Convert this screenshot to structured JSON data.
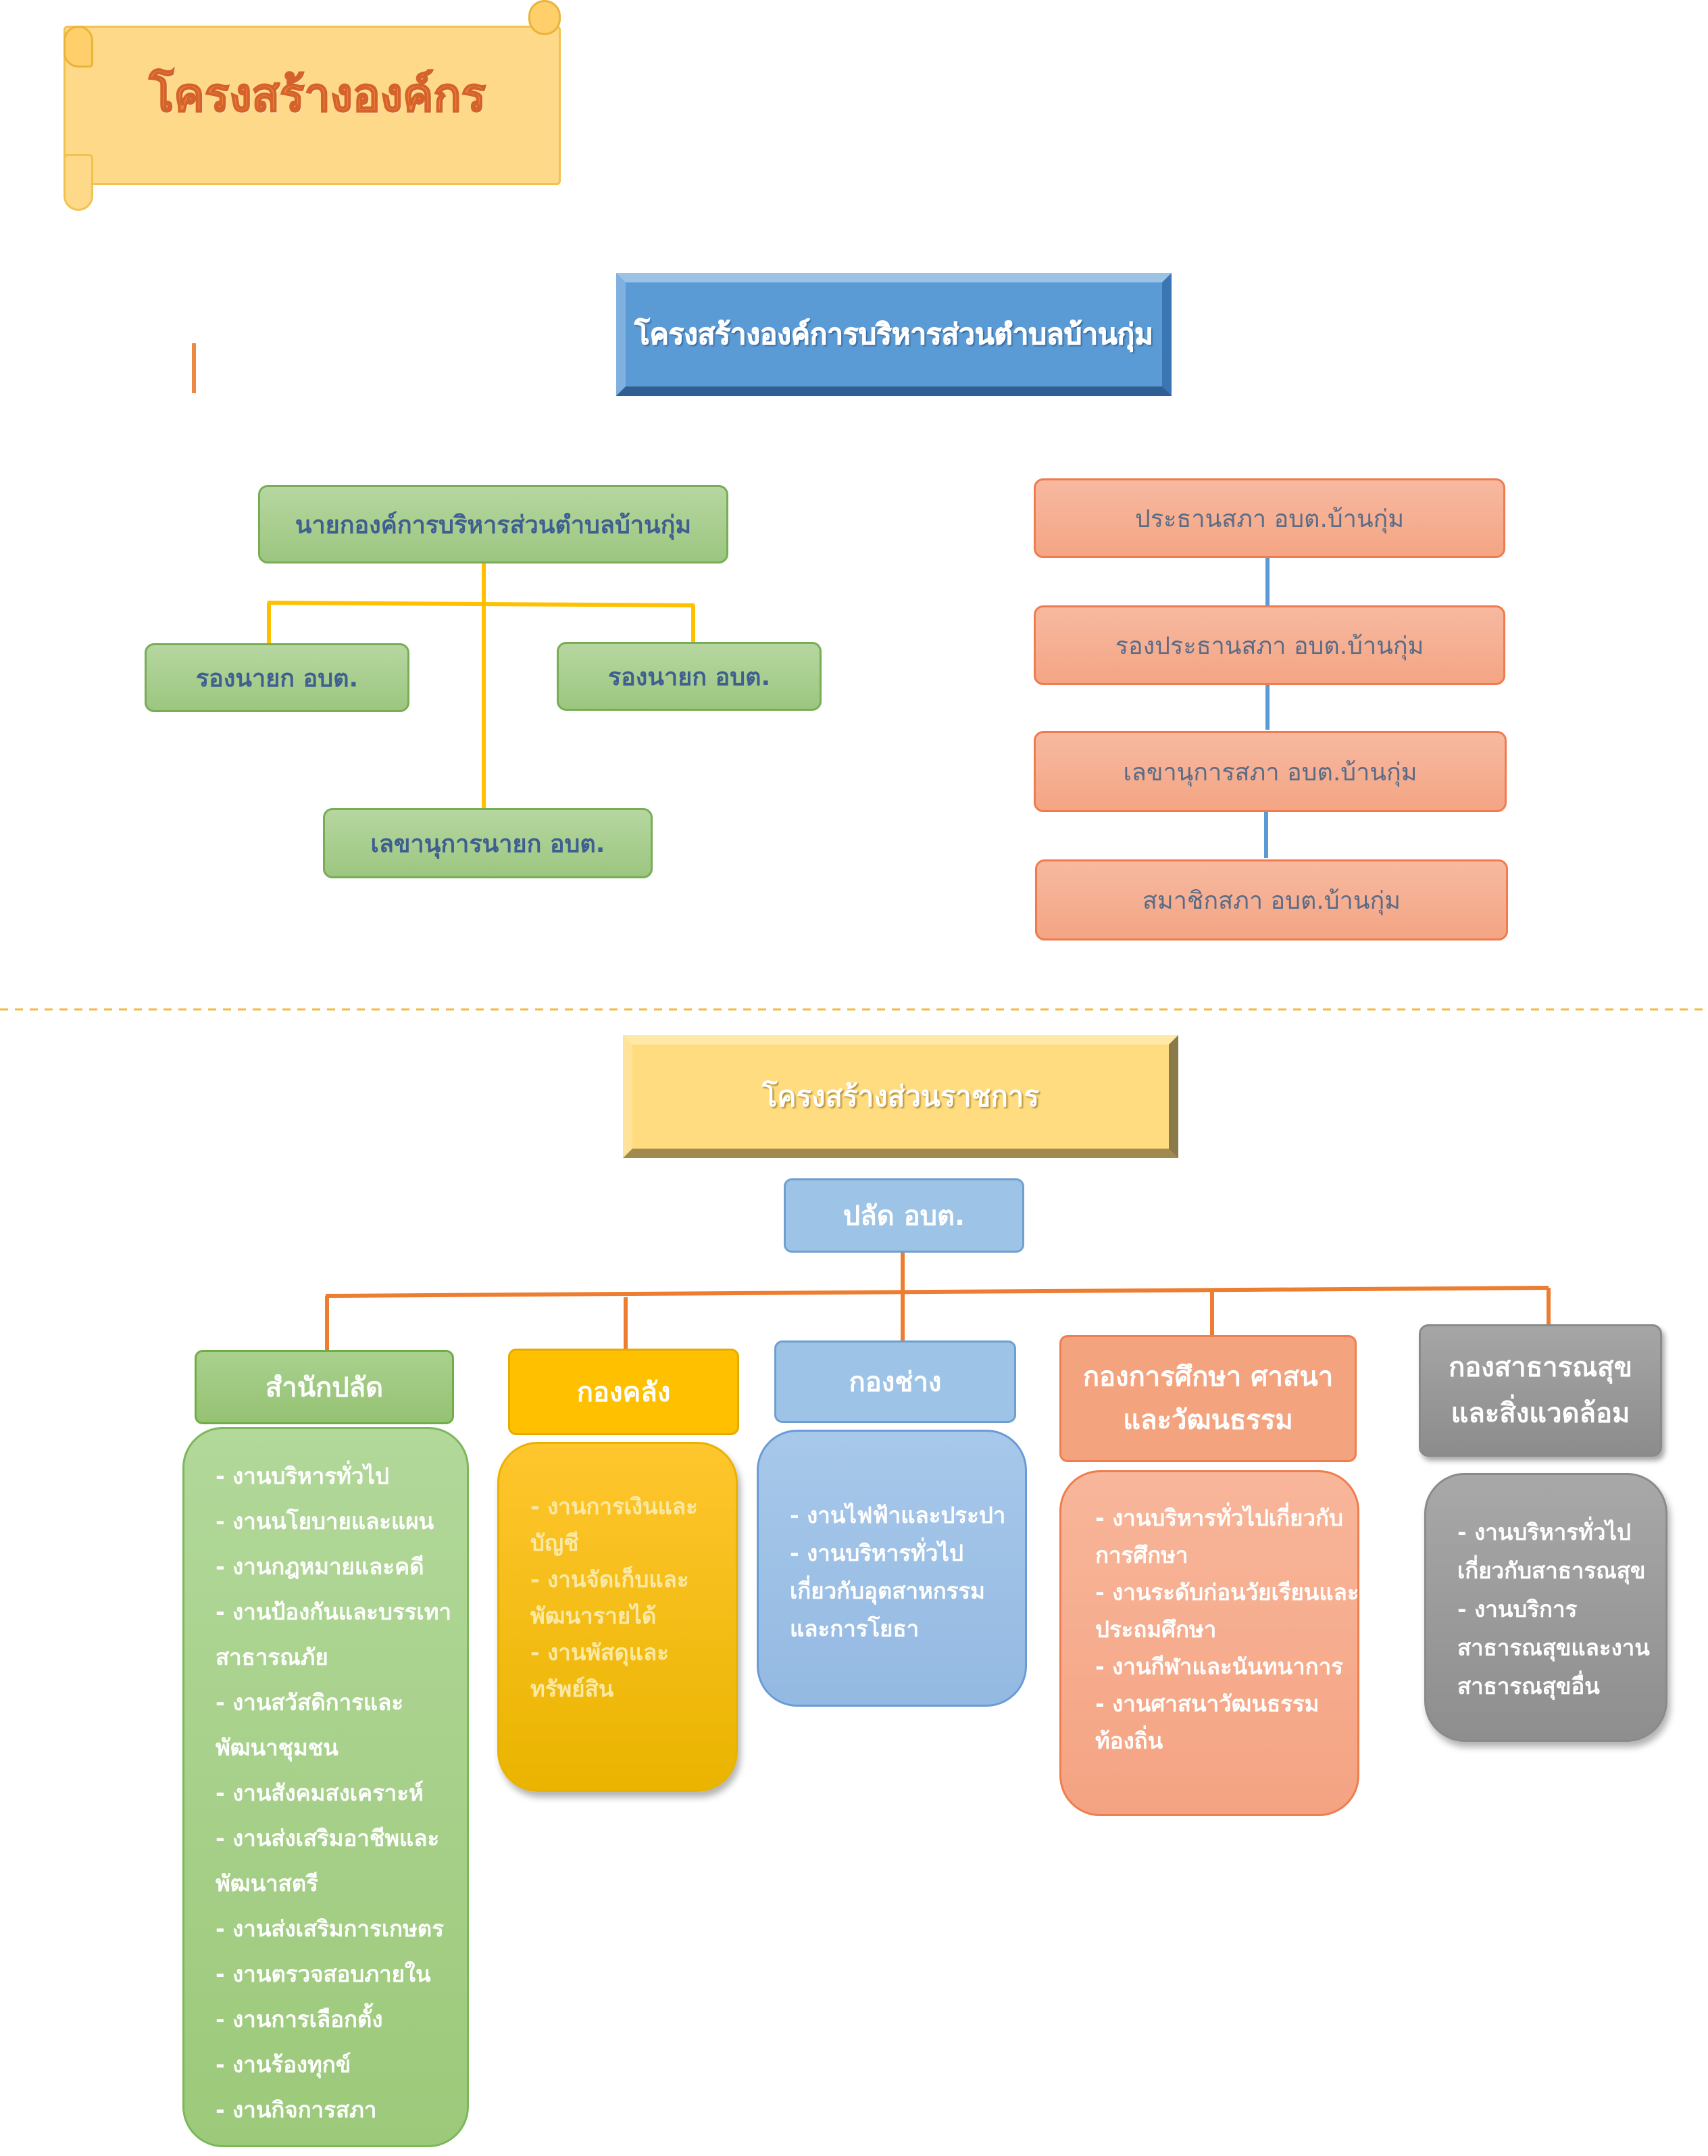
{
  "banner": {
    "title": "โครงสร้างองค์กร"
  },
  "executive": {
    "header": "โครงสร้างองค์การบริหารส่วนตำบลบ้านกุ่ม",
    "mayor": "นายกองค์การบริหารส่วนตำบลบ้านกุ่ม",
    "deputy_left": "รองนายก อบต.",
    "deputy_right": "รองนายก อบต.",
    "secretary": "เลขานุการนายก อบต."
  },
  "council": {
    "chair": "ประธานสภา อบต.บ้านกุ่ม",
    "vice_chair": "รองประธานสภา อบต.บ้านกุ่ม",
    "secretary": "เลขานุการสภา อบต.บ้านกุ่ม",
    "members": "สมาชิกสภา อบต.บ้านกุ่ม"
  },
  "civil_service": {
    "header": "โครงสร้างส่วนราชการ",
    "head": "ปลัด อบต.",
    "divisions": [
      {
        "name_lines": [
          "สำนักปลัด"
        ],
        "tasks": [
          "- งานบริหารทั่วไป",
          "- งานนโยบายและแผน",
          "- งานกฎหมายและคดี",
          "- งานป้องกันและบรรเทา",
          "สาธารณภัย",
          "- งานสวัสดิการและ",
          "พัฒนาชุมชน",
          "- งานสังคมสงเคราะห์",
          "- งานส่งเสริมอาชีพและ",
          "พัฒนาสตรี",
          "- งานส่งเสริมการเกษตร",
          "- งานตรวจสอบภายใน",
          "- งานการเลือกตั้ง",
          "- งานร้องทุกข์",
          "- งานกิจการสภา"
        ]
      },
      {
        "name_lines": [
          "กองคลัง"
        ],
        "tasks": [
          "- งานการเงินและ",
          "บัญชี",
          "- งานจัดเก็บและ",
          "พัฒนารายได้",
          "- งานพัสดุและ",
          "ทรัพย์สิน"
        ]
      },
      {
        "name_lines": [
          "กองช่าง"
        ],
        "tasks": [
          "- งานไฟฟ้าและประปา",
          "- งานบริหารทั่วไป",
          "เกี่ยวกับอุตสาหกรรม",
          "และการโยธา"
        ]
      },
      {
        "name_lines": [
          "กองการศึกษา ศาสนา",
          "และวัฒนธรรม"
        ],
        "tasks": [
          "- งานบริหารทั่วไปเกี่ยวกับ",
          "การศึกษา",
          "- งานระดับก่อนวัยเรียนและ",
          "ประถมศึกษา",
          "- งานกีฬาและนันทนาการ",
          "- งานศาสนาวัฒนธรรม",
          "ท้องถิ่น"
        ]
      },
      {
        "name_lines": [
          "กองสาธารณสุข",
          "และสิ่งแวดล้อม"
        ],
        "tasks": [
          "- งานบริหารทั่วไป",
          "เกี่ยวกับสาธารณสุข",
          "- งานบริการ",
          "สาธารณสุขและงาน",
          "สาธารณสุขอื่น"
        ]
      }
    ]
  },
  "colors": {
    "green": "#a9d18e",
    "gold": "#ffc000",
    "blue": "#9dc3e6",
    "salmon": "#f4a37f",
    "gray": "#a6a6a6",
    "connector_yellow": "#ffc000",
    "connector_orange": "#ed7d31",
    "connector_blue": "#5b9bd5"
  }
}
